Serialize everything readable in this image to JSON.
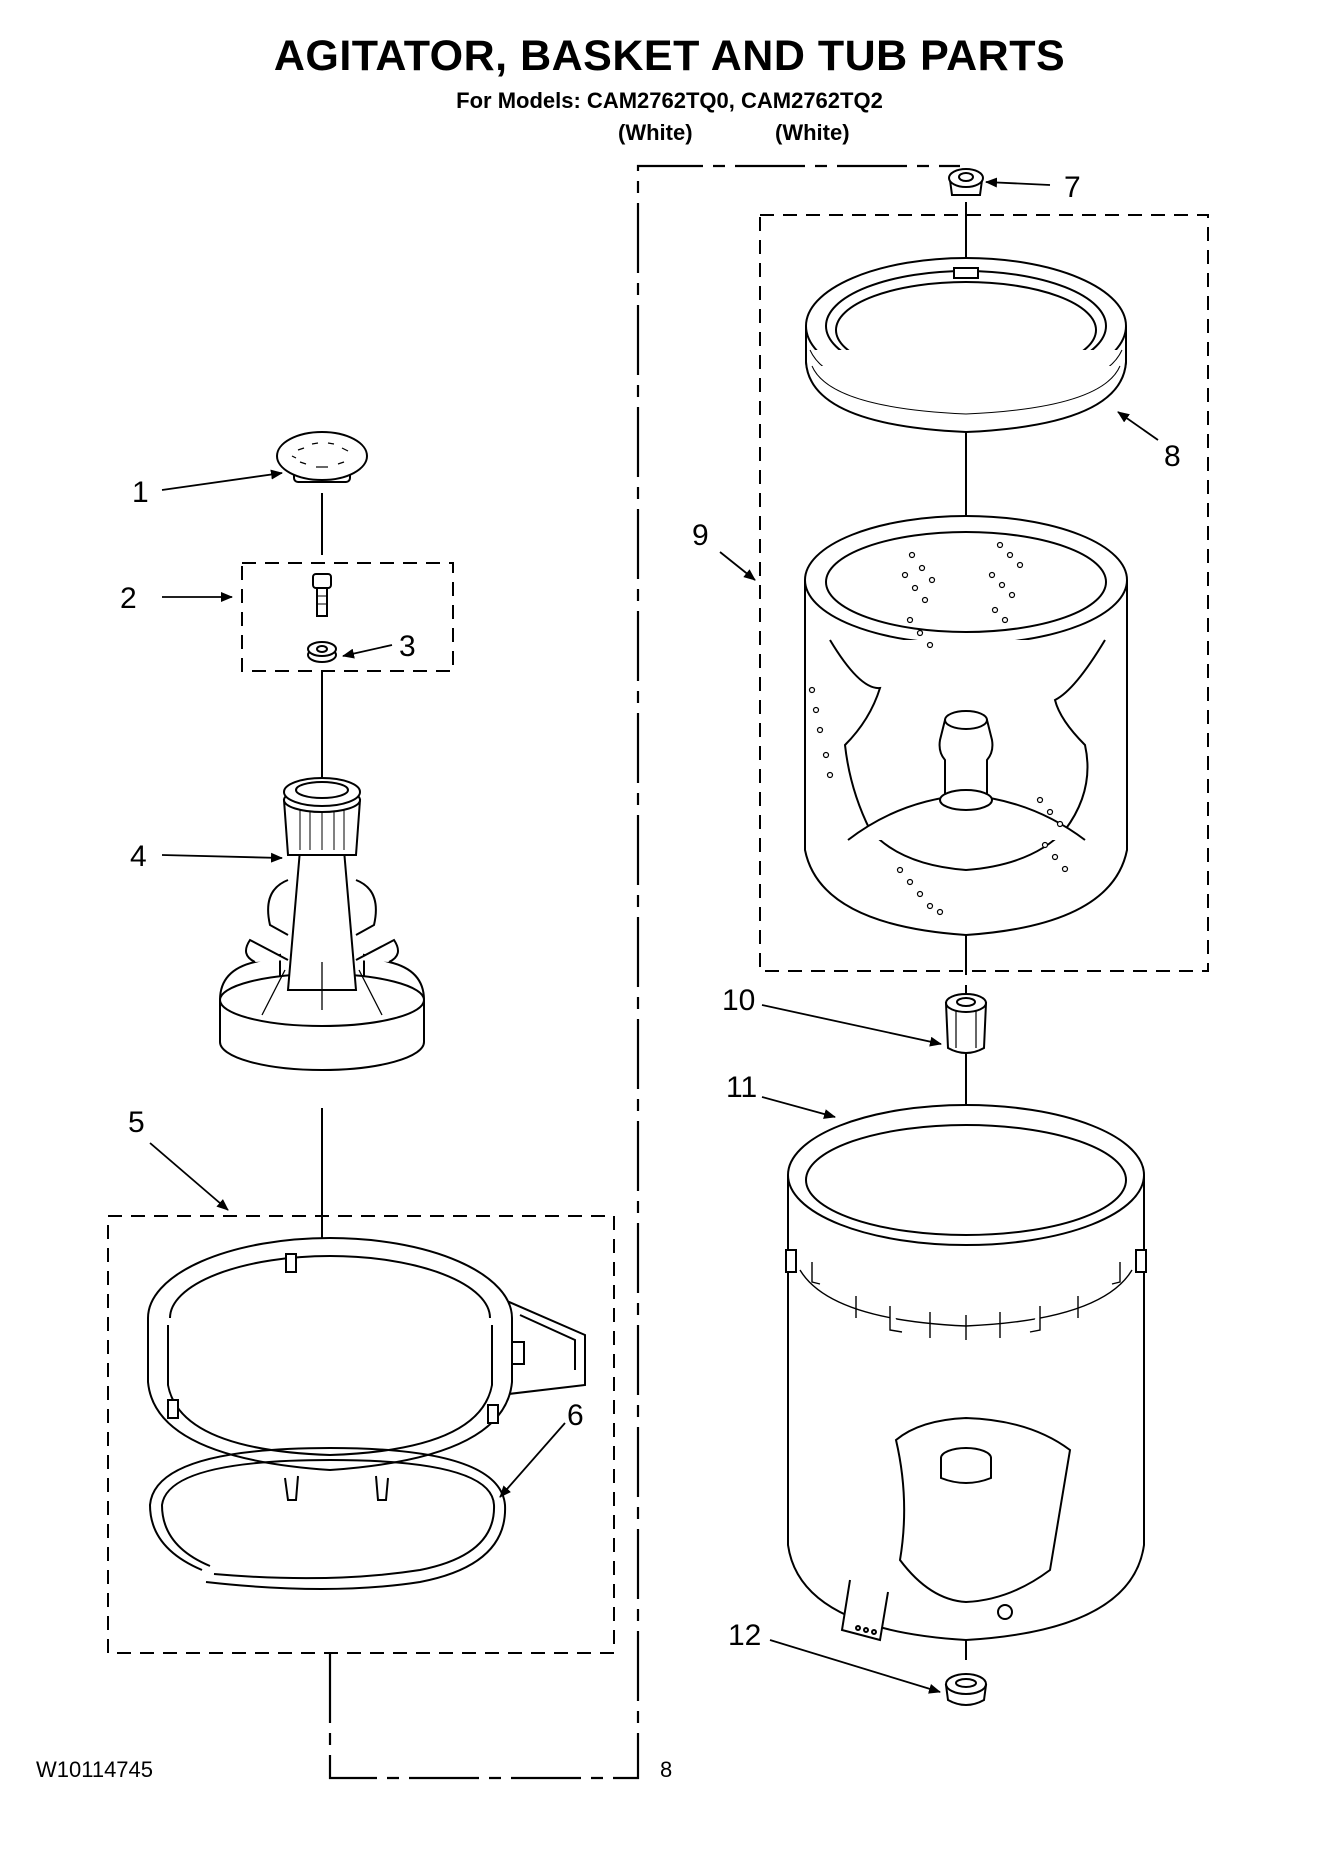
{
  "header": {
    "title": "AGITATOR, BASKET AND TUB PARTS",
    "models_line": "For Models: CAM2762TQ0, CAM2762TQ2",
    "variant_1": "(White)",
    "variant_2": "(White)"
  },
  "callouts": [
    "1",
    "2",
    "3",
    "4",
    "5",
    "6",
    "7",
    "8",
    "9",
    "10",
    "11",
    "12"
  ],
  "footer": {
    "doc_number": "W10114745",
    "page_number": "8"
  }
}
